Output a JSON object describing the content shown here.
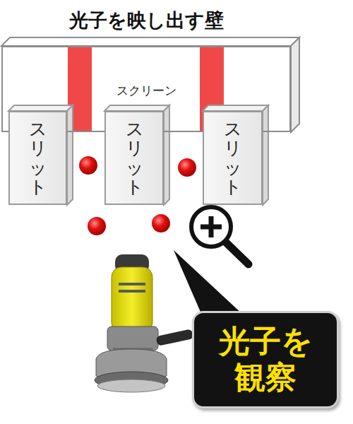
{
  "diagram": {
    "nodes": [
      {
        "text": [
          "光子を映し出す壁",
          "スクリーン"
        ]
      },
      {
        "text": [
          "スリット"
        ]
      },
      {
        "text": [
          "スリット"
        ]
      },
      {
        "text": [
          "スリット"
        ]
      },
      {
        "text": [
          "光子を 観察"
        ]
      }
    ]
  }
}
